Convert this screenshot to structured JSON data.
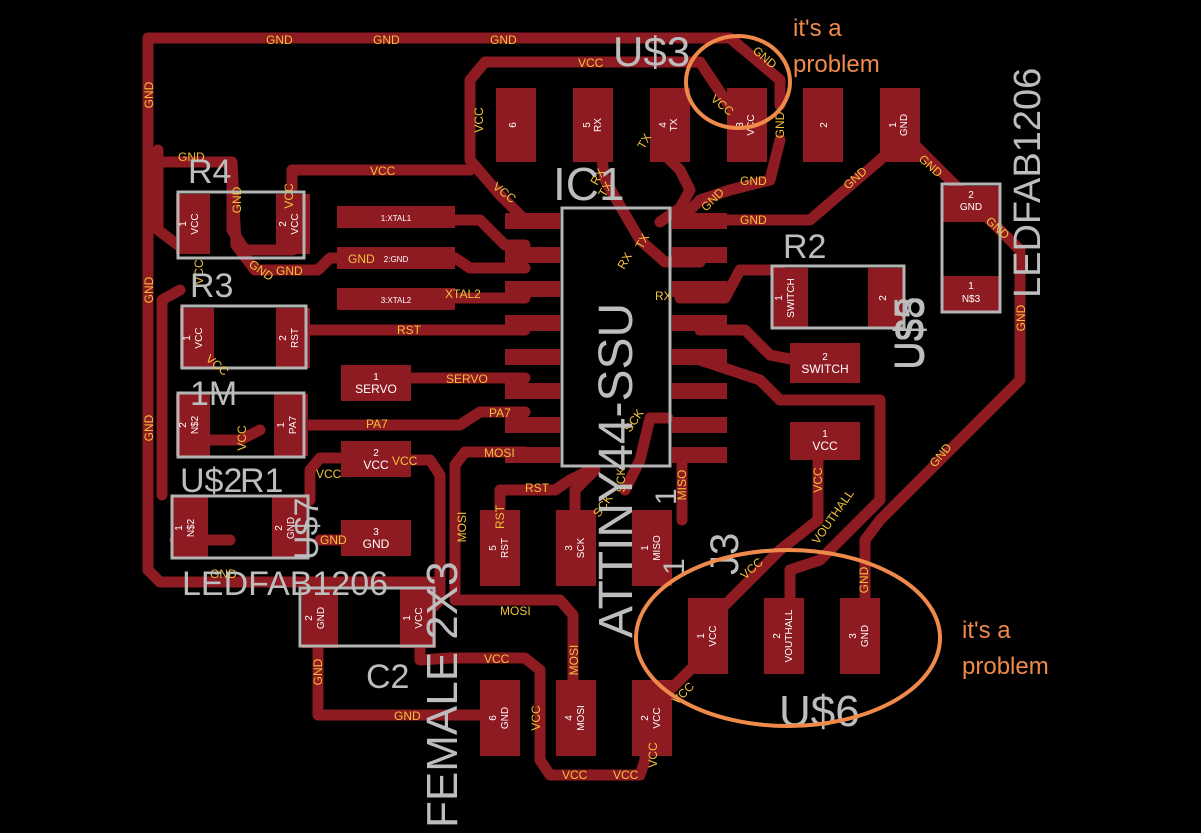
{
  "annotations": {
    "note_top": [
      "it's a",
      "problem"
    ],
    "note_right": [
      "it's a",
      "problem"
    ],
    "ring_color": "#f08a4b"
  },
  "colors": {
    "background": "#000000",
    "copper": "#8e1b22",
    "silk": "#b4b4b4",
    "net_label": "#f2c23a"
  },
  "components": {
    "u3": "U$3",
    "ic1": "IC1",
    "ic1_value": "ATTINY44-SSU",
    "r4": "R4",
    "r3": "R3",
    "r2": "R2",
    "m1": "1M",
    "u2": "U$2",
    "r1": "R1",
    "u7": "U$7",
    "led_left": "LEDFAB1206",
    "led_right": "LEDFAB1206",
    "u5": "U$5",
    "u8": "U$8",
    "j3": "J3",
    "c2": "C2",
    "female": "FEMALE 2X3",
    "u6": "U$6",
    "ic_pin1": "1",
    "j3_pin1": "1"
  },
  "nets": {
    "gnd": "GND",
    "vcc": "VCC",
    "rst": "RST",
    "servo": "SERVO",
    "pa7": "PA7",
    "mosi": "MOSI",
    "xtal2": "XTAL2",
    "rx": "RX",
    "tx": "TX",
    "sck": "SCK",
    "miso": "MISO",
    "switch": "SWITCH",
    "vouthall": "VOUTHALL"
  },
  "pads": {
    "ftdi": [
      {
        "num": "6",
        "name": ""
      },
      {
        "num": "5",
        "name": "RX"
      },
      {
        "num": "4",
        "name": "TX"
      },
      {
        "num": "3",
        "name": "VCC"
      },
      {
        "num": "2",
        "name": ""
      },
      {
        "num": "1",
        "name": "GND"
      }
    ],
    "xtal": [
      "1:XTAL1",
      "2:GND",
      "3:XTAL2"
    ],
    "r4": [
      {
        "num": "1",
        "name": "VCC"
      },
      {
        "num": "2",
        "name": "VCC"
      }
    ],
    "r3": [
      {
        "num": "1",
        "name": "VCC"
      },
      {
        "num": "2",
        "name": "RST"
      }
    ],
    "m1": [
      {
        "num": "2",
        "name": "N$2"
      },
      {
        "num": "1",
        "name": "PA7"
      }
    ],
    "servo": {
      "num": "1",
      "name": "SERVO"
    },
    "vcc2": {
      "num": "2",
      "name": "VCC"
    },
    "gnd3": {
      "num": "3",
      "name": "GND"
    },
    "led_left": [
      {
        "num": "1",
        "name": "N$2"
      },
      {
        "num": "2",
        "name": "GND"
      }
    ],
    "c2": [
      {
        "num": "2",
        "name": "GND"
      },
      {
        "num": "1",
        "name": "VCC"
      }
    ],
    "isp": [
      {
        "num": "5",
        "name": "RST"
      },
      {
        "num": "3",
        "name": "SCK"
      },
      {
        "num": "1",
        "name": "MISO"
      },
      {
        "num": "6",
        "name": "GND"
      },
      {
        "num": "4",
        "name": "MOSI"
      },
      {
        "num": "2",
        "name": "VCC"
      }
    ],
    "r2": [
      {
        "num": "1",
        "name": "SWITCH"
      },
      {
        "num": "2",
        "name": ""
      }
    ],
    "switch": {
      "num": "2",
      "name": "SWITCH"
    },
    "vcc1": {
      "num": "1",
      "name": "VCC"
    },
    "led_right": [
      {
        "num": "2",
        "name": "GND"
      },
      {
        "num": "1",
        "name": "N$3"
      }
    ],
    "u6": [
      {
        "num": "1",
        "name": "VCC"
      },
      {
        "num": "2",
        "name": "VOUTHALL"
      },
      {
        "num": "3",
        "name": "GND"
      }
    ]
  }
}
